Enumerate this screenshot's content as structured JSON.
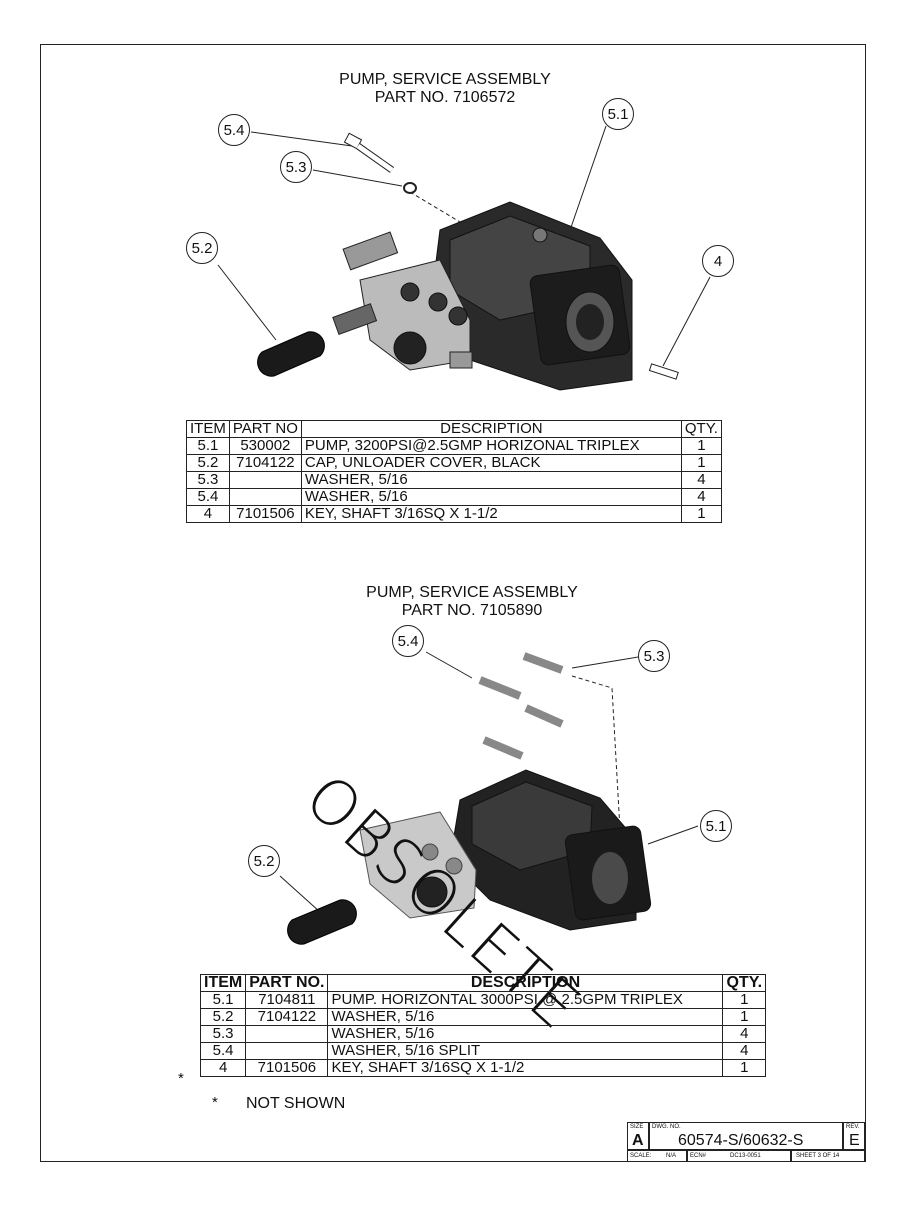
{
  "top": {
    "title_line1": "PUMP, SERVICE ASSEMBLY",
    "title_line2": "PART NO. 7106572",
    "callouts": [
      "5.4",
      "5.3",
      "5.1",
      "5.2",
      "4"
    ],
    "headers": [
      "ITEM",
      "PART NO",
      "DESCRIPTION",
      "QTY."
    ],
    "rows": [
      [
        "5.1",
        "530002",
        "PUMP, 3200PSI@2.5GMP HORIZONAL TRIPLEX",
        "1"
      ],
      [
        "5.2",
        "7104122",
        "CAP, UNLOADER COVER, BLACK",
        "1"
      ],
      [
        "5.3",
        "",
        "WASHER, 5/16",
        "4"
      ],
      [
        "5.4",
        "",
        "WASHER, 5/16",
        "4"
      ],
      [
        "4",
        "7101506",
        "KEY, SHAFT 3/16SQ X 1-1/2",
        "1"
      ]
    ]
  },
  "bottom": {
    "title_line1": "PUMP, SERVICE ASSEMBLY",
    "title_line2": "PART NO. 7105890",
    "callouts": [
      "5.4",
      "5.3",
      "5.1",
      "5.2"
    ],
    "watermark": "OBSOLETE",
    "headers": [
      "ITEM",
      "PART NO.",
      "DESCRIPTION",
      "QTY."
    ],
    "rows": [
      [
        "5.1",
        "7104811",
        "PUMP. HORIZONTAL 3000PSI @ 2.5GPM TRIPLEX",
        "1"
      ],
      [
        "5.2",
        "7104122",
        "WASHER, 5/16",
        "1"
      ],
      [
        "5.3",
        "",
        "WASHER, 5/16",
        "4"
      ],
      [
        "5.4",
        "",
        "WASHER, 5/16 SPLIT",
        "4"
      ],
      [
        "4",
        "7101506",
        "KEY, SHAFT 3/16SQ X 1-1/2",
        "1"
      ]
    ],
    "row5_marker": "*",
    "note_marker": "*",
    "note_text": "NOT SHOWN"
  },
  "title_block": {
    "size_label": "SIZE",
    "size_value": "A",
    "dwg_label": "DWG. NO.",
    "dwg_value": "60574-S/60632-S",
    "rev_label": "REV.",
    "rev_value": "E",
    "scale_label": "SCALE:",
    "scale_value": "N/A",
    "ecn_label": "ECN#",
    "ecn_value": "DC13-0051",
    "sheet": "SHEET 3 OF 14"
  }
}
